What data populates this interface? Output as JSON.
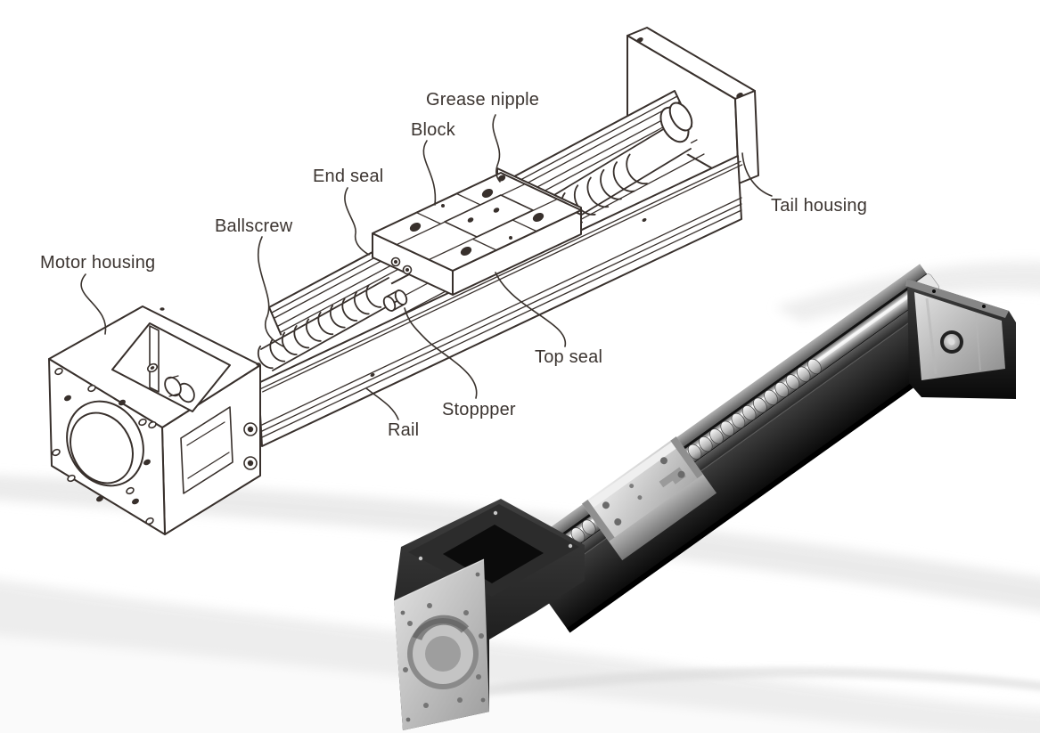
{
  "figure": {
    "kind": "technical-part-diagram-with-product-photo",
    "labels": {
      "grease_nipple": "Grease nipple",
      "block": "Block",
      "end_seal": "End seal",
      "ballscrew": "Ballscrew",
      "motor_housing": "Motor housing",
      "tail_housing": "Tail housing",
      "top_seal": "Top seal",
      "stopper": "Stoppper",
      "rail": "Rail"
    },
    "colors": {
      "background": "#ffffff",
      "line_art_stroke": "#38302c",
      "label_text": "#3c3531",
      "photo_dark_body": "#1c1c1c",
      "photo_silver": "#c8c8c8",
      "swoosh_gray": "#e9e9e9"
    }
  }
}
